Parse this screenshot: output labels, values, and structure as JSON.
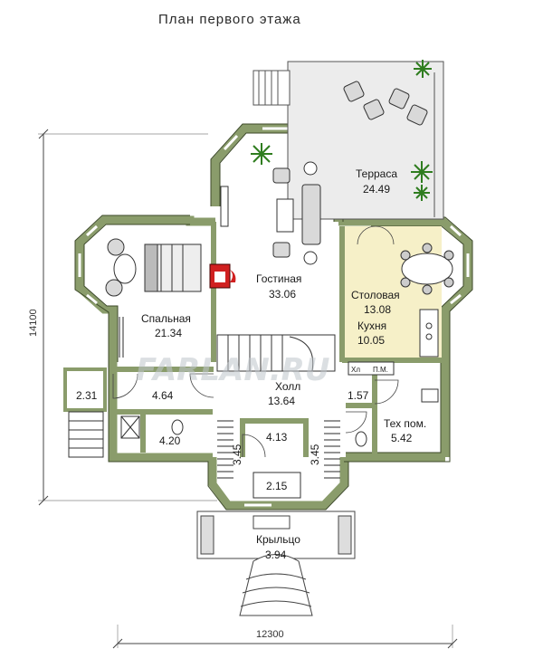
{
  "title": "План первого этажа",
  "watermark": "FARLAN.RU",
  "dimensions": {
    "width_label": "12300",
    "height_label": "14100"
  },
  "colors": {
    "wall": "#8a9c6b",
    "wall_outline": "#3d4a2a",
    "kitchen_fill": "#f6f0c8",
    "floor": "#ffffff",
    "fireplace": "#d02020"
  },
  "rooms": {
    "terrace": {
      "name": "Терраса",
      "area": "24.49"
    },
    "living": {
      "name": "Гостиная",
      "area": "33.06"
    },
    "bedroom": {
      "name": "Спальная",
      "area": "21.34"
    },
    "dining": {
      "name": "Столовая",
      "area": "13.08"
    },
    "kitchen": {
      "name": "Кухня",
      "area": "10.05"
    },
    "hall": {
      "name": "Холл",
      "area": "13.64"
    },
    "tech": {
      "name": "Тех пом.",
      "area": "5.42"
    },
    "porch": {
      "name": "Крыльцо",
      "area": "3.94"
    },
    "r231": {
      "area": "2.31"
    },
    "r464": {
      "area": "4.64"
    },
    "r420": {
      "area": "4.20"
    },
    "r157": {
      "area": "1.57"
    },
    "r413": {
      "area": "4.13"
    },
    "r345a": {
      "area": "3.45"
    },
    "r345b": {
      "area": "3.45"
    },
    "r215": {
      "area": "2.15"
    }
  },
  "appliances": {
    "fridge": "Хл",
    "dishwasher": "П.М."
  },
  "icons": [
    "plant-icon",
    "armchair-icon",
    "sofa-icon",
    "bed-icon",
    "dining-table-icon",
    "toilet-icon",
    "shower-icon",
    "stairs-icon",
    "fireplace-icon"
  ]
}
